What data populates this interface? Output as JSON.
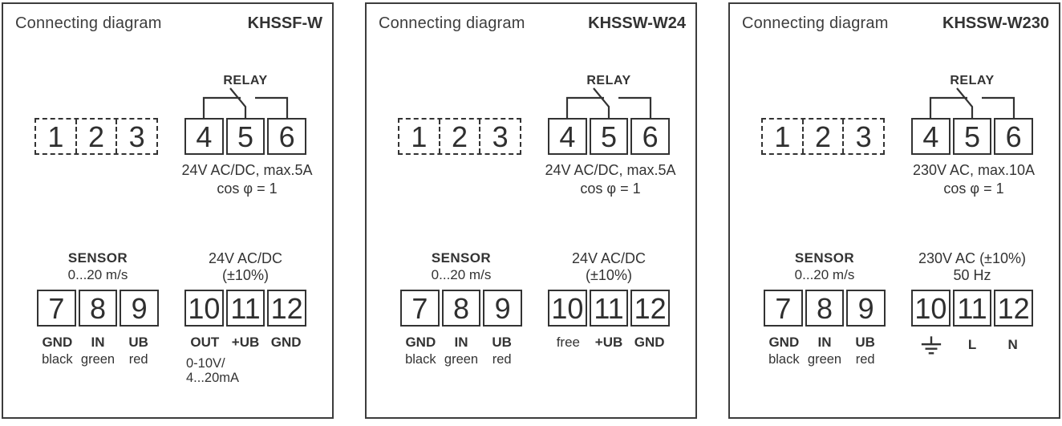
{
  "colors": {
    "line": "#333333",
    "text": "#333333",
    "background": "#ffffff"
  },
  "panels": [
    {
      "title": "Connecting diagram",
      "model": "KHSSF-W",
      "unused_block": {
        "terminals": [
          "1",
          "2",
          "3"
        ]
      },
      "relay": {
        "label": "RELAY",
        "icon": "relay-contact-icon",
        "terminals": [
          "4",
          "5",
          "6"
        ],
        "rating": "24V AC/DC, max.5A",
        "cos": "cos φ = 1"
      },
      "sensor": {
        "header": "SENSOR",
        "range": "0...20 m/s",
        "terminals": [
          "7",
          "8",
          "9"
        ],
        "pins": [
          "GND",
          "IN",
          "UB"
        ],
        "wires": [
          "black",
          "green",
          "red"
        ]
      },
      "power": {
        "header": "24V AC/DC",
        "subheader": "(±10%)",
        "terminals": [
          "10",
          "11",
          "12"
        ],
        "pins": [
          "OUT",
          "+UB",
          "GND"
        ],
        "note1": "0-10V/",
        "note2": "4...20mA"
      }
    },
    {
      "title": "Connecting diagram",
      "model": "KHSSW-W24",
      "unused_block": {
        "terminals": [
          "1",
          "2",
          "3"
        ]
      },
      "relay": {
        "label": "RELAY",
        "icon": "relay-contact-icon",
        "terminals": [
          "4",
          "5",
          "6"
        ],
        "rating": "24V AC/DC, max.5A",
        "cos": "cos φ = 1"
      },
      "sensor": {
        "header": "SENSOR",
        "range": "0...20 m/s",
        "terminals": [
          "7",
          "8",
          "9"
        ],
        "pins": [
          "GND",
          "IN",
          "UB"
        ],
        "wires": [
          "black",
          "green",
          "red"
        ]
      },
      "power": {
        "header": "24V AC/DC",
        "subheader": "(±10%)",
        "terminals": [
          "10",
          "11",
          "12"
        ],
        "pins": [
          "free",
          "+UB",
          "GND"
        ]
      }
    },
    {
      "title": "Connecting diagram",
      "model": "KHSSW-W230",
      "unused_block": {
        "terminals": [
          "1",
          "2",
          "3"
        ]
      },
      "relay": {
        "label": "RELAY",
        "icon": "relay-contact-icon",
        "terminals": [
          "4",
          "5",
          "6"
        ],
        "rating": "230V AC, max.10A",
        "cos": "cos φ = 1"
      },
      "sensor": {
        "header": "SENSOR",
        "range": "0...20 m/s",
        "terminals": [
          "7",
          "8",
          "9"
        ],
        "pins": [
          "GND",
          "IN",
          "UB"
        ],
        "wires": [
          "black",
          "green",
          "red"
        ]
      },
      "power": {
        "header": "230V AC (±10%)",
        "subheader": "50 Hz",
        "terminals": [
          "10",
          "11",
          "12"
        ],
        "pin_icon": "earth-ground-icon",
        "pins": [
          "",
          "L",
          "N"
        ]
      }
    }
  ]
}
